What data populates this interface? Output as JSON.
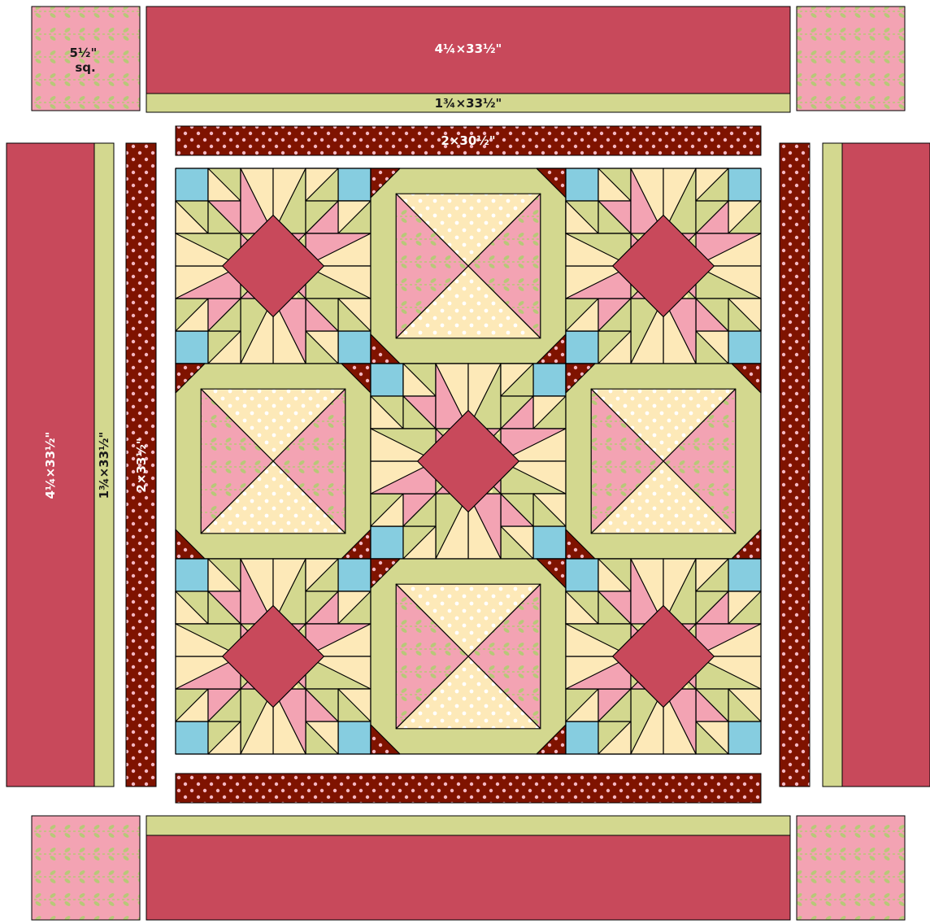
{
  "colors": {
    "red": "#c8495b",
    "green": "#d3d88f",
    "maroon": "#7f1300",
    "cream": "#fde9b8",
    "pink": "#f3a3b3",
    "blue": "#86cde0",
    "line": "#000000",
    "dot_light": "#f4b8c4",
    "leaf": "#b7c878"
  },
  "labels": {
    "corner_square": "5½\"\nsq.",
    "top_outer_border": "4¼×33½\"",
    "top_inner_border": "1¾×33½\"",
    "top_dot_border": "2×30½\"",
    "left_outer_border": "4¼×33½\"",
    "left_inner_border": "1¾×33½\"",
    "left_dot_border": "2×33½\""
  },
  "blocks": [
    [
      "star",
      "snowball",
      "star"
    ],
    [
      "snowball",
      "star",
      "snowball"
    ],
    [
      "star",
      "snowball",
      "star"
    ]
  ]
}
